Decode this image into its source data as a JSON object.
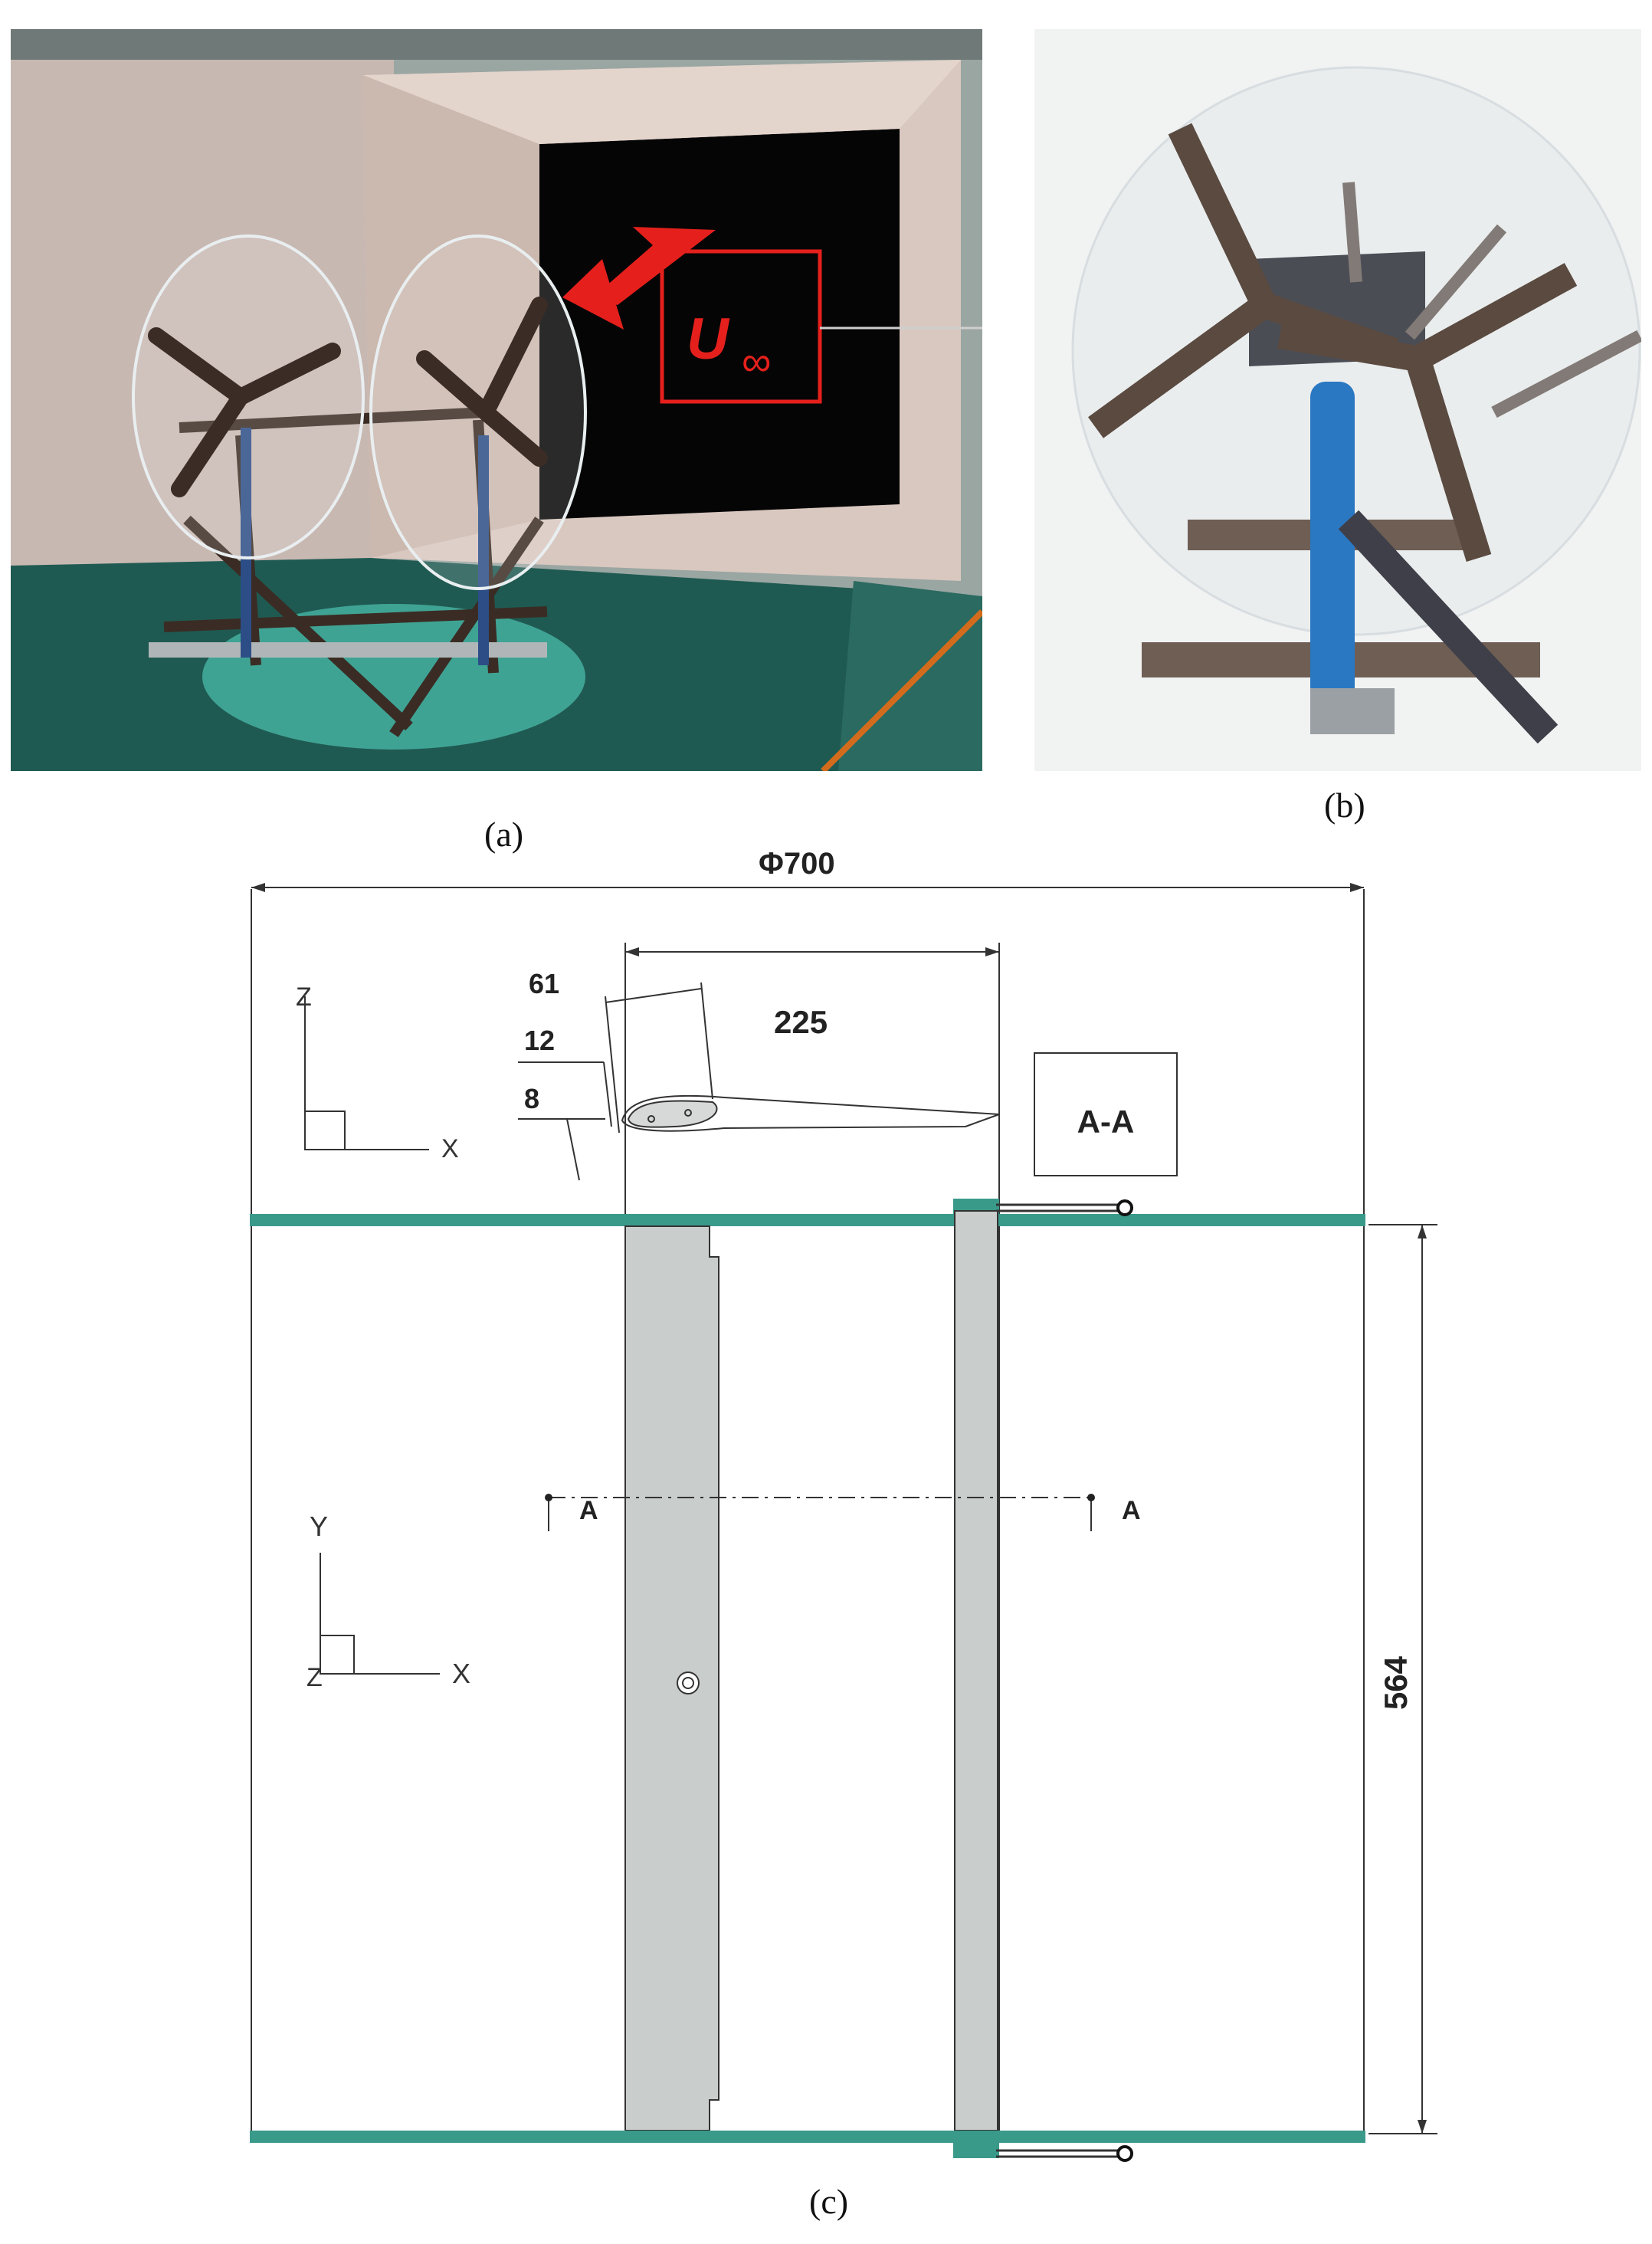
{
  "panel_a": {
    "caption": "(a)",
    "flow_label_main": "U",
    "flow_label_sub": "∞",
    "accent": "#e5201c"
  },
  "panel_b": {
    "caption": "(b)"
  },
  "panel_c": {
    "caption": "(c)",
    "dim_diameter": "Φ700",
    "dim_chord": "225",
    "dim_61": "61",
    "dim_12": "12",
    "dim_8": "8",
    "dim_height": "564",
    "section_box_label": "A-A",
    "section_marker_left": "A",
    "section_marker_right": "A",
    "axes_top": {
      "vertical": "Z",
      "horizontal": "X"
    },
    "axes_bottom": {
      "vertical": "Y",
      "horizontal": "X",
      "corner": "Z"
    },
    "plate_color": "#3a9a8a",
    "blade_color": "#c9cdcb"
  }
}
